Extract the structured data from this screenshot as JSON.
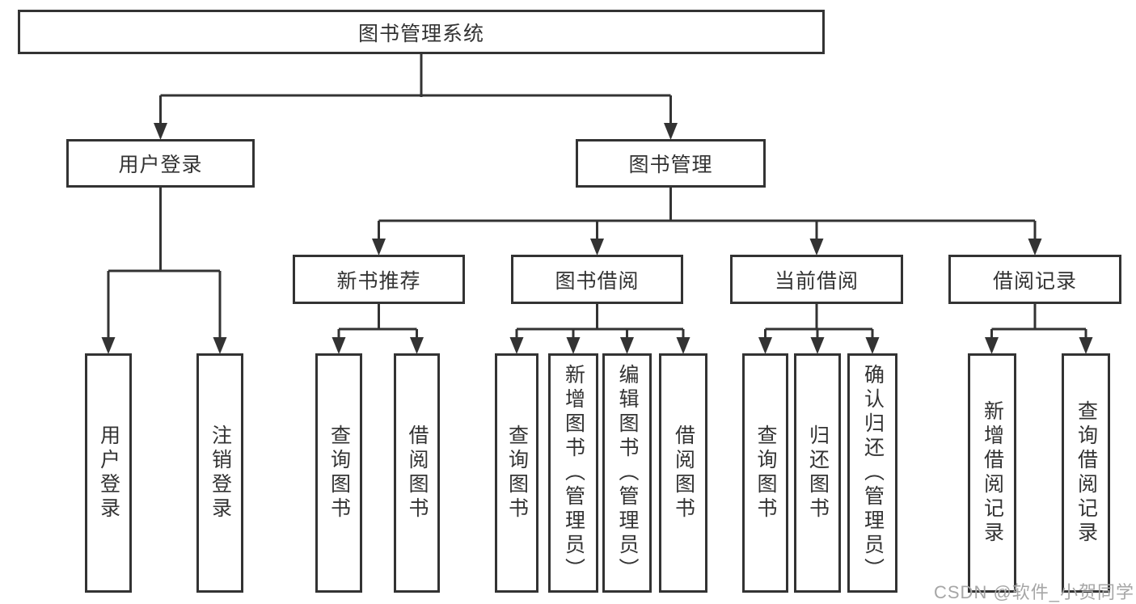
{
  "diagram": {
    "type": "hierarchy-tree",
    "colors": {
      "line": "#333333",
      "box_border": "#333333",
      "text": "#333333",
      "watermark": "#a6a6a6",
      "background": "#ffffff"
    }
  },
  "tree": {
    "label": "图书管理系统",
    "children": [
      {
        "label": "用户登录",
        "children": [
          {
            "label": "用户登录"
          },
          {
            "label": "注销登录"
          }
        ]
      },
      {
        "label": "图书管理",
        "children": [
          {
            "label": "新书推荐",
            "children": [
              {
                "label": "查询图书"
              },
              {
                "label": "借阅图书"
              }
            ]
          },
          {
            "label": "图书借阅",
            "children": [
              {
                "label": "查询图书"
              },
              {
                "label": "新增图书（管理员）"
              },
              {
                "label": "编辑图书（管理员）"
              },
              {
                "label": "借阅图书"
              }
            ]
          },
          {
            "label": "当前借阅",
            "children": [
              {
                "label": "查询图书"
              },
              {
                "label": "归还图书"
              },
              {
                "label": "确认归还（管理员）"
              }
            ]
          },
          {
            "label": "借阅记录",
            "children": [
              {
                "label": "新增借阅记录"
              },
              {
                "label": "查询借阅记录"
              }
            ]
          }
        ]
      }
    ]
  },
  "watermark": {
    "text": "CSDN @软件_小贺同学"
  }
}
